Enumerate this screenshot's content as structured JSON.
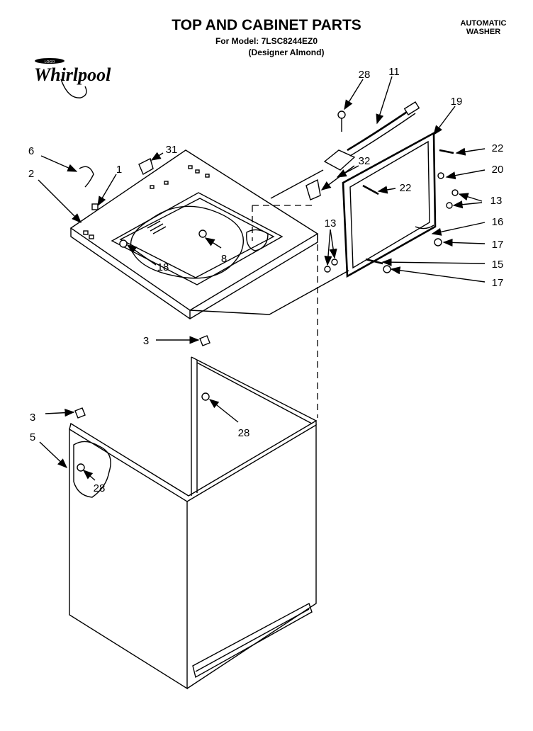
{
  "header": {
    "title": "TOP AND CABINET PARTS",
    "model_line": "For Model: 7LSC8244EZ0",
    "finish_line": "(Designer Almond)",
    "product_line1": "AUTOMATIC",
    "product_line2": "WASHER"
  },
  "brand": {
    "name": "Whirlpool",
    "badge_text": "LOGO"
  },
  "callouts": {
    "c28a": "28",
    "c11": "11",
    "c19": "19",
    "c6": "6",
    "c31": "31",
    "c1": "1",
    "c2": "2",
    "c32": "32",
    "c22a": "22",
    "c22b": "22",
    "c20": "20",
    "c13a": "13",
    "c13b": "13",
    "c16": "16",
    "c17a": "17",
    "c15": "15",
    "c17b": "17",
    "c8": "8",
    "c18": "18",
    "c3a": "3",
    "c3b": "3",
    "c28b": "28",
    "c5": "5",
    "c28c": "28"
  }
}
